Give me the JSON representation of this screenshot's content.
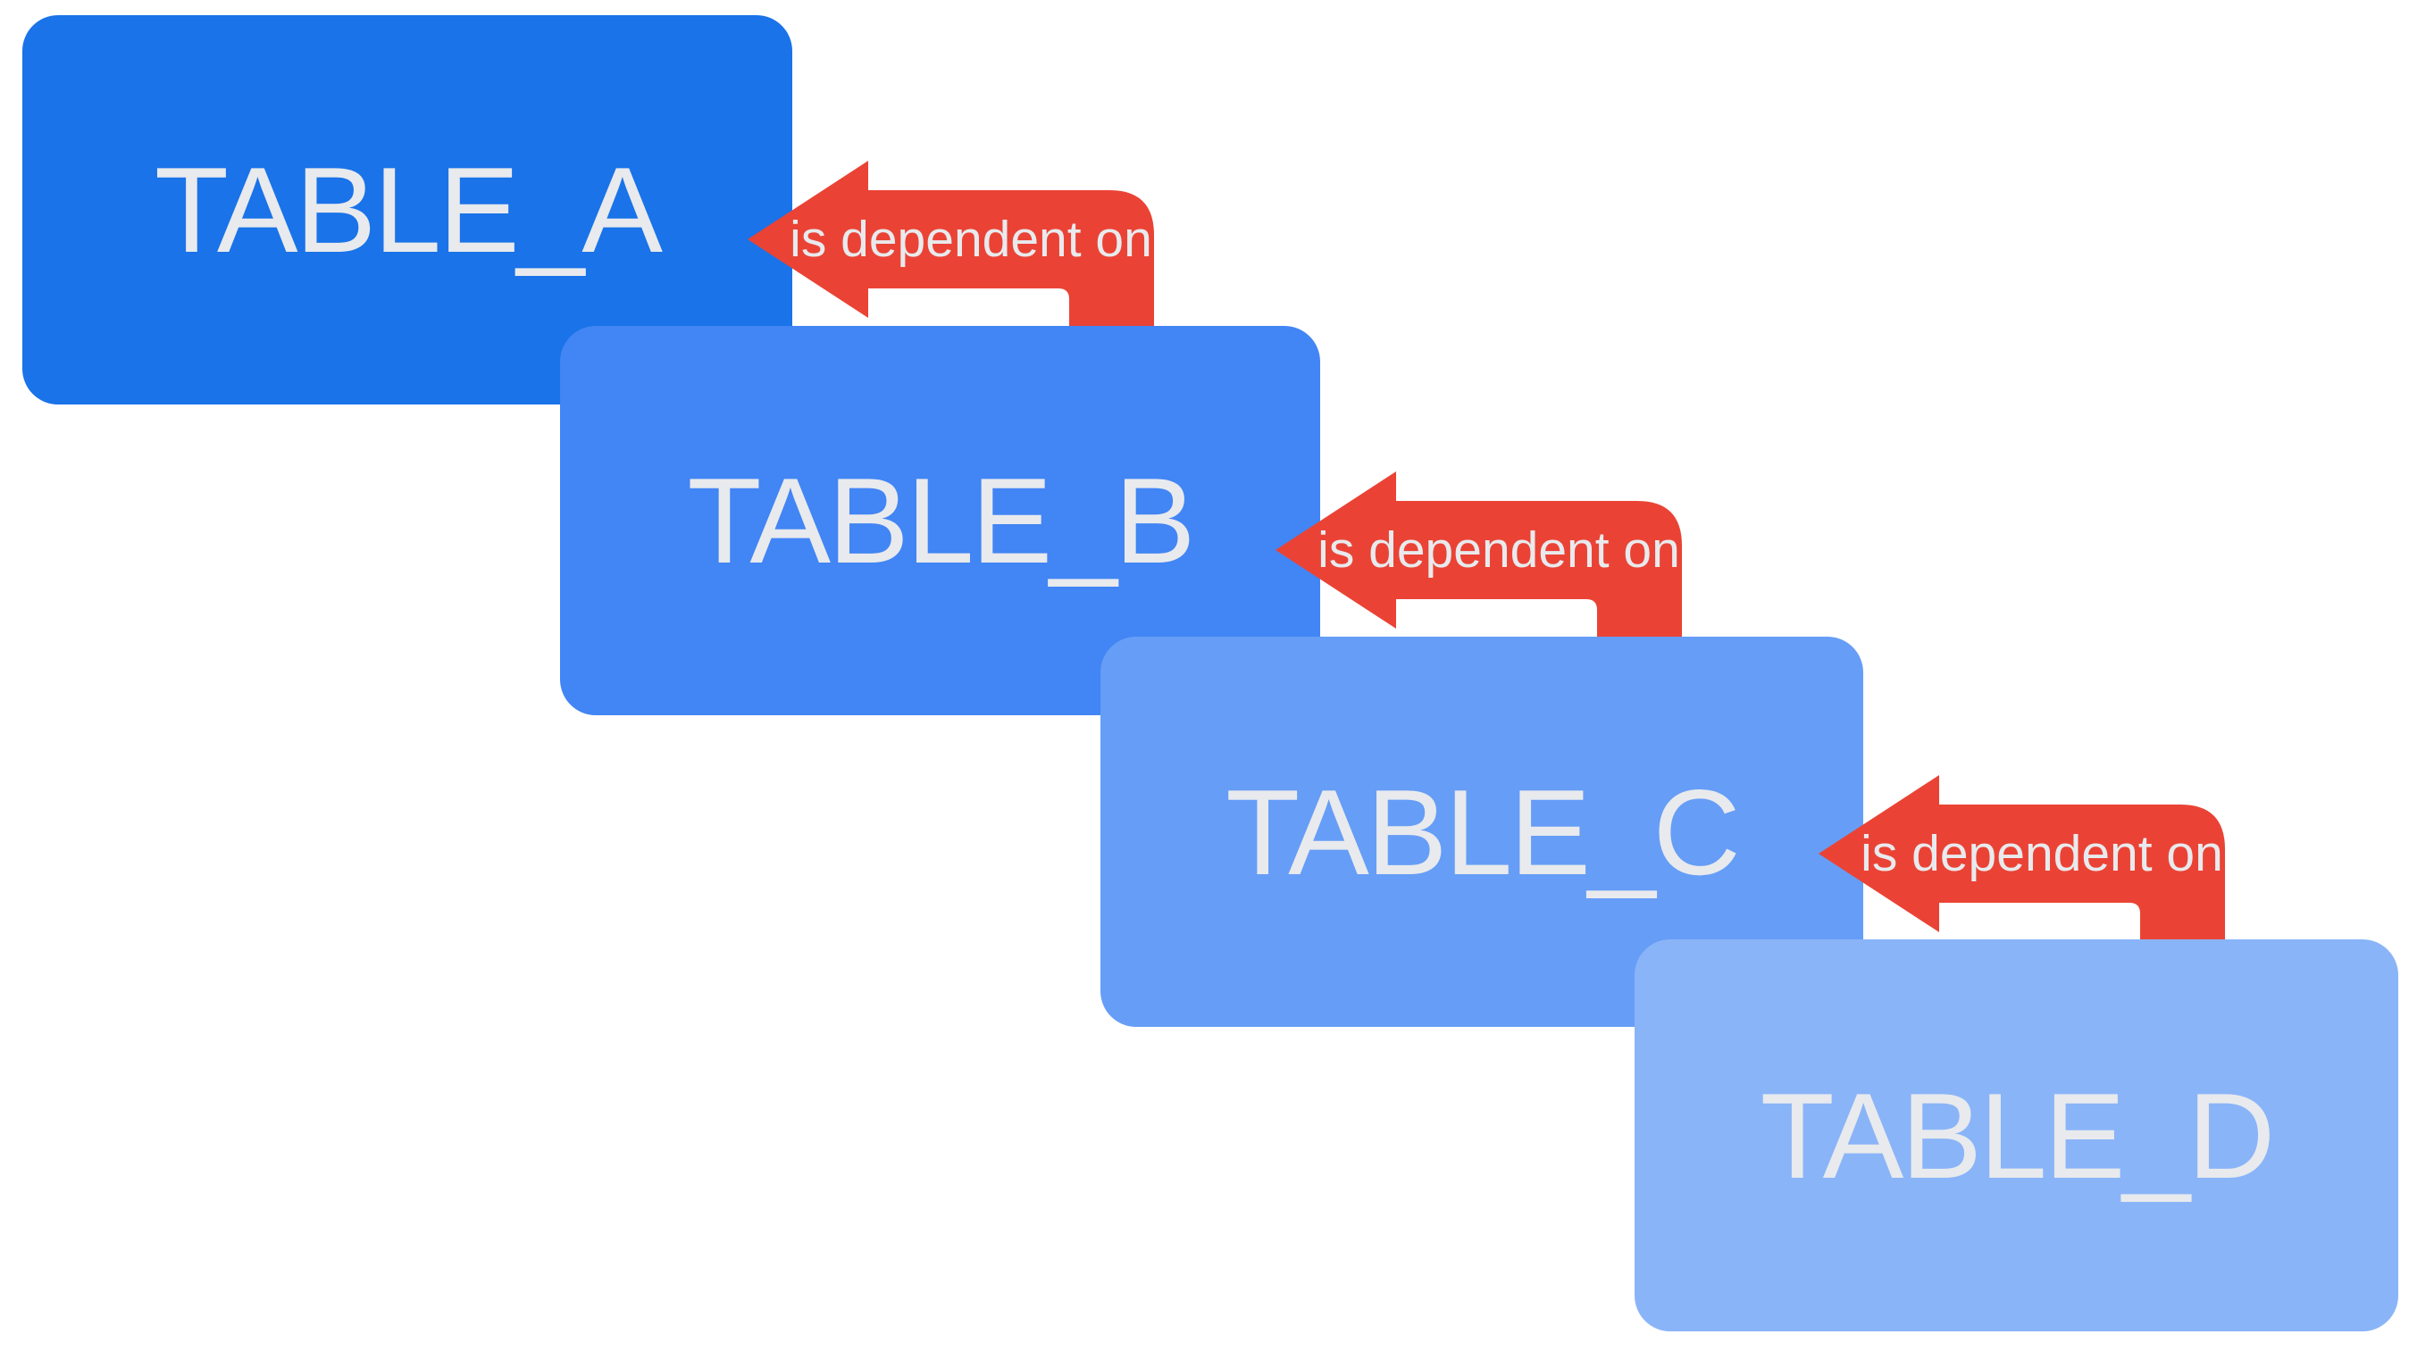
{
  "diagram": {
    "background_color": "#FFFFFF",
    "text_color": "#E8EAED",
    "arrow_color": "#EA4335",
    "tables": [
      {
        "id": "table-a",
        "name": "TABLE_A",
        "color": "#1A73E8"
      },
      {
        "id": "table-b",
        "name": "TABLE_B",
        "color": "#4285F4"
      },
      {
        "id": "table-c",
        "name": "TABLE_C",
        "color": "#669DF6"
      },
      {
        "id": "table-d",
        "name": "TABLE_D",
        "color": "#8AB4F8"
      }
    ],
    "relations": [
      {
        "from": "TABLE_B",
        "to": "TABLE_A",
        "label": "is dependent on"
      },
      {
        "from": "TABLE_C",
        "to": "TABLE_B",
        "label": "is dependent on"
      },
      {
        "from": "TABLE_D",
        "to": "TABLE_C",
        "label": "is dependent on"
      }
    ]
  }
}
